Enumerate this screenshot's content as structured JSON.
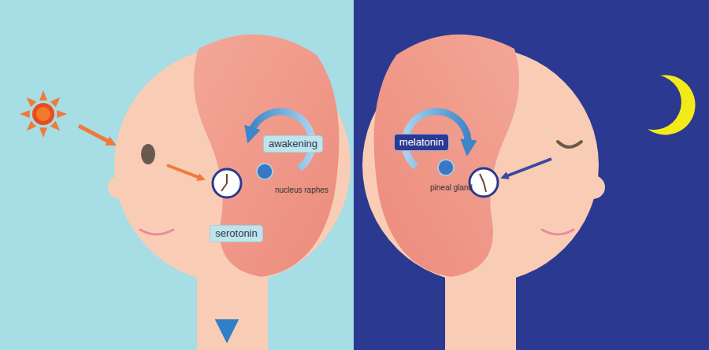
{
  "diagram": {
    "nodes": [
      {
        "text": [
          "awakening"
        ]
      },
      {
        "text": [
          "serotonin"
        ]
      },
      {
        "text": [
          "melatonin"
        ]
      }
    ],
    "labels": [
      "nucleus raphes",
      "pineal gland"
    ]
  }
}
